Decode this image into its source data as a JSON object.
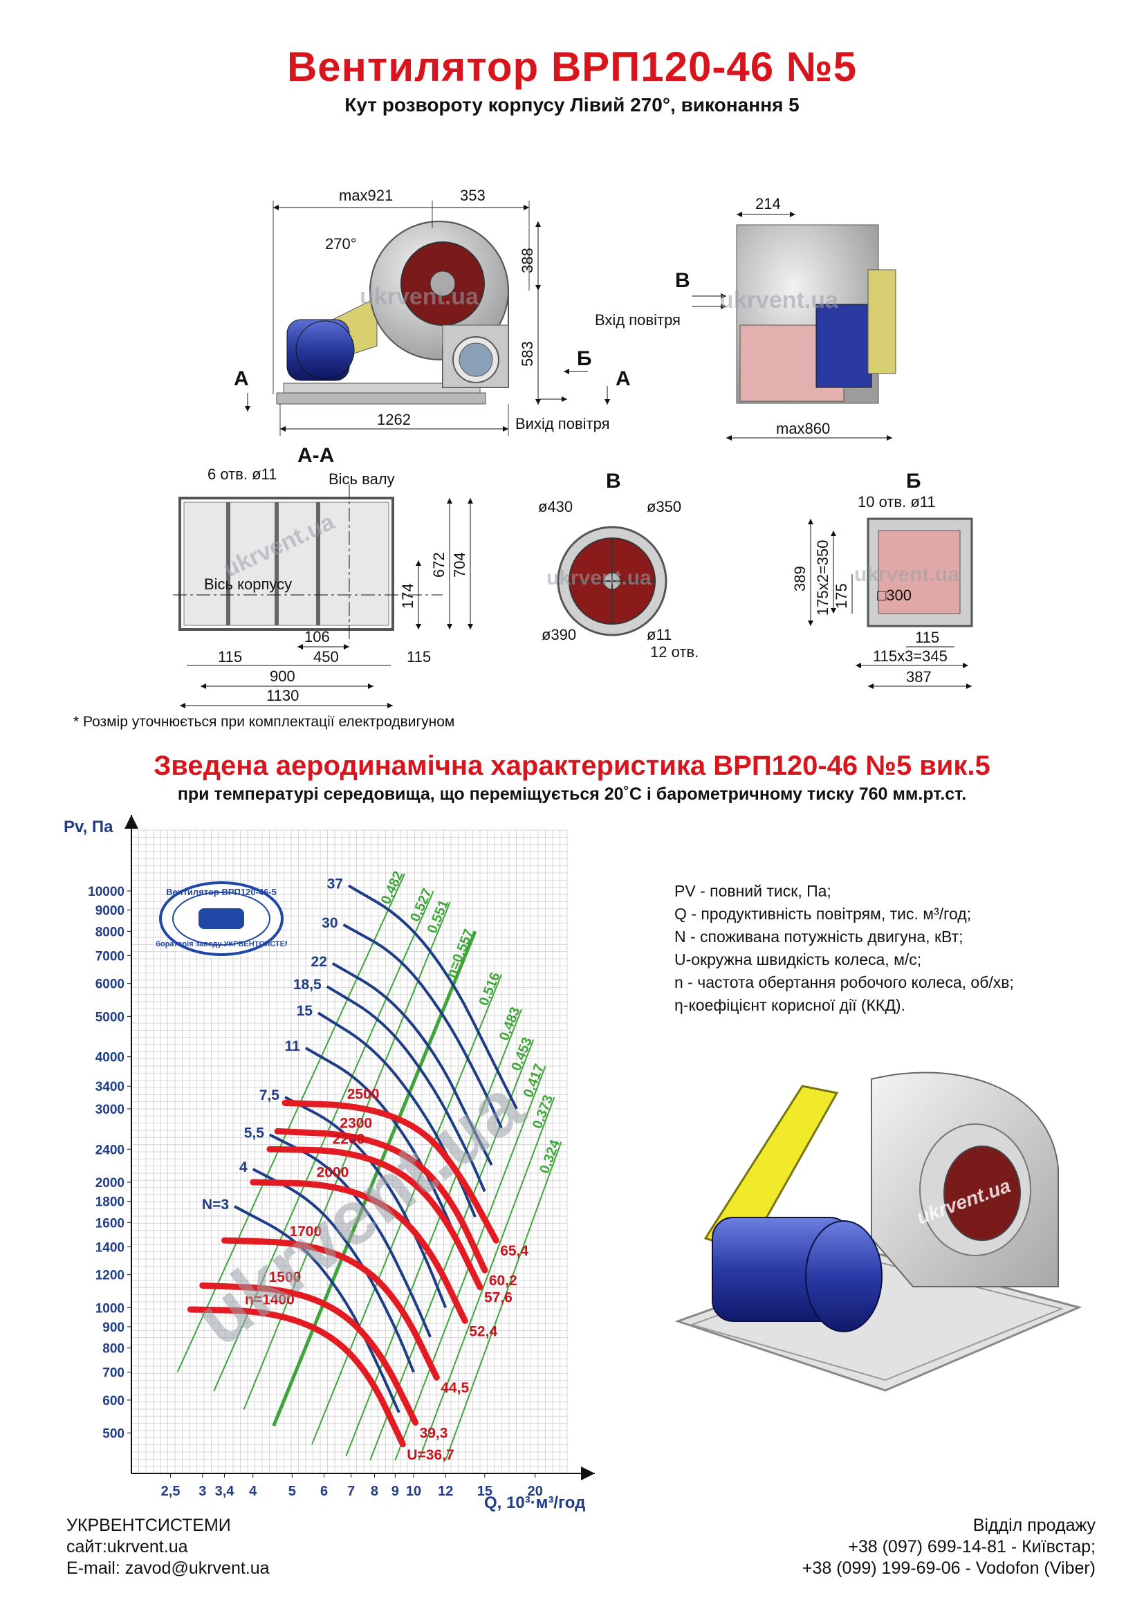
{
  "header": {
    "title": "Вентилятор  ВРП120-46 №5",
    "subtitle": "Кут розвороту корпусу Лівий 270°, виконання 5"
  },
  "drawing": {
    "dims_front": [
      "max921",
      "353",
      "270°",
      "388",
      "583",
      "1262"
    ],
    "section_marks": [
      "А",
      "А",
      "Б",
      "В"
    ],
    "air_in": "Вхід повітря",
    "air_out": "Вихід повітря",
    "dims_side": [
      "214",
      "max860"
    ],
    "aa_title": "А-А",
    "aa_labels": [
      "6 отв. ø11",
      "Вісь валу",
      "Вісь корпусу",
      "672",
      "704",
      "174",
      "106",
      "115",
      "450",
      "115",
      "900",
      "1130"
    ],
    "v_title": "В",
    "v_labels": [
      "ø430",
      "ø350",
      "ø390",
      "ø11",
      "12 отв."
    ],
    "b_title": "Б",
    "b_labels": [
      "10 отв. ø11",
      "389",
      "175х2=350",
      "175",
      "□300",
      "115",
      "115х3=345",
      "387"
    ],
    "watermark": "ukrvent.ua"
  },
  "note": "* Розмір уточнюється при комплектації електродвигуном",
  "chart_header": {
    "title": "Зведена аеродинамічна характеристика ВРП120-46 №5 вик.5",
    "subtitle": "при температурі середовища, що переміщується 20˚С і барометричному тиску 760 мм.рт.ст."
  },
  "chart_data": {
    "type": "line",
    "xlabel": "Q, 10³·м³/год",
    "ylabel": "Pv, Па",
    "x_scale": "log",
    "y_scale": "log",
    "xlim": [
      2,
      24
    ],
    "ylim": [
      400,
      14000
    ],
    "x_ticks": [
      "2,5",
      "3",
      "3,4",
      "4",
      "5",
      "6",
      "7",
      "8",
      "9",
      "10",
      "12",
      "15",
      "20"
    ],
    "y_ticks": [
      "500",
      "600",
      "700",
      "800",
      "900",
      "1000",
      "1200",
      "1400",
      "1600",
      "1800",
      "2000",
      "2400",
      "3000",
      "3400",
      "4000",
      "5000",
      "6000",
      "7000",
      "8000",
      "9000",
      "10000"
    ],
    "power_series": [
      {
        "name": "37",
        "points": [
          [
            6.9,
            10300
          ],
          [
            9.5,
            8600
          ],
          [
            12.5,
            6100
          ],
          [
            15.5,
            4000
          ],
          [
            18,
            3000
          ]
        ]
      },
      {
        "name": "30",
        "points": [
          [
            6.7,
            8300
          ],
          [
            9.2,
            7000
          ],
          [
            12,
            5000
          ],
          [
            14.8,
            3400
          ],
          [
            16.5,
            2700
          ]
        ]
      },
      {
        "name": "22",
        "points": [
          [
            6.3,
            6700
          ],
          [
            8.7,
            5600
          ],
          [
            11.5,
            4000
          ],
          [
            14,
            2700
          ],
          [
            15.6,
            2200
          ]
        ]
      },
      {
        "name": "18,5",
        "points": [
          [
            6.1,
            5900
          ],
          [
            8.4,
            4900
          ],
          [
            11,
            3500
          ],
          [
            13.5,
            2400
          ],
          [
            15,
            1900
          ]
        ]
      },
      {
        "name": "15",
        "points": [
          [
            5.8,
            5100
          ],
          [
            8,
            4200
          ],
          [
            10.5,
            3000
          ],
          [
            12.8,
            2100
          ],
          [
            14.2,
            1650
          ]
        ]
      },
      {
        "name": "11",
        "points": [
          [
            5.4,
            4200
          ],
          [
            7.5,
            3500
          ],
          [
            9.8,
            2500
          ],
          [
            11.8,
            1750
          ],
          [
            13.2,
            1350
          ]
        ]
      },
      {
        "name": "7,5",
        "points": [
          [
            4.8,
            3200
          ],
          [
            6.7,
            2700
          ],
          [
            8.8,
            1950
          ],
          [
            10.6,
            1350
          ],
          [
            12,
            1000
          ]
        ]
      },
      {
        "name": "5,5",
        "points": [
          [
            4.4,
            2600
          ],
          [
            6.2,
            2200
          ],
          [
            8.1,
            1600
          ],
          [
            9.8,
            1100
          ],
          [
            11,
            850
          ]
        ]
      },
      {
        "name": "4",
        "points": [
          [
            4,
            2150
          ],
          [
            5.7,
            1800
          ],
          [
            7.4,
            1300
          ],
          [
            9,
            900
          ],
          [
            10,
            700
          ]
        ]
      },
      {
        "name": "N=3",
        "points": [
          [
            3.6,
            1750
          ],
          [
            5.2,
            1450
          ],
          [
            6.8,
            1050
          ],
          [
            8.2,
            720
          ],
          [
            9.2,
            560
          ]
        ]
      }
    ],
    "speed_series": [
      {
        "name": "2500",
        "end_label": "65,4",
        "points": [
          [
            4.8,
            3100
          ],
          [
            7.5,
            3050
          ],
          [
            10.5,
            2700
          ],
          [
            13,
            2100
          ],
          [
            16,
            1450
          ]
        ]
      },
      {
        "name": "2300",
        "end_label": "60,2",
        "points": [
          [
            4.6,
            2650
          ],
          [
            7.2,
            2600
          ],
          [
            10,
            2300
          ],
          [
            12.5,
            1800
          ],
          [
            15,
            1230
          ]
        ]
      },
      {
        "name": "2200",
        "end_label": "57,6",
        "points": [
          [
            4.4,
            2400
          ],
          [
            6.9,
            2380
          ],
          [
            9.6,
            2100
          ],
          [
            12,
            1650
          ],
          [
            14.6,
            1120
          ]
        ]
      },
      {
        "name": "2000",
        "end_label": "52,4",
        "points": [
          [
            4,
            2000
          ],
          [
            6.3,
            1980
          ],
          [
            8.8,
            1750
          ],
          [
            11,
            1380
          ],
          [
            13.4,
            930
          ]
        ]
      },
      {
        "name": "1700",
        "end_label": "44,5",
        "points": [
          [
            3.4,
            1450
          ],
          [
            5.4,
            1430
          ],
          [
            7.5,
            1270
          ],
          [
            9.4,
            1000
          ],
          [
            11.4,
            680
          ]
        ]
      },
      {
        "name": "1500",
        "end_label": "39,3",
        "points": [
          [
            3,
            1130
          ],
          [
            4.8,
            1110
          ],
          [
            6.6,
            990
          ],
          [
            8.3,
            780
          ],
          [
            10.1,
            530
          ]
        ]
      },
      {
        "name": "n=1400",
        "end_label": "U=36,7",
        "points": [
          [
            2.8,
            990
          ],
          [
            4.4,
            980
          ],
          [
            6.2,
            870
          ],
          [
            7.8,
            690
          ],
          [
            9.4,
            470
          ]
        ]
      }
    ],
    "efficiency_lines": [
      {
        "name": "0,482",
        "points": [
          [
            2.6,
            700
          ],
          [
            9.5,
            11000
          ]
        ]
      },
      {
        "name": "0,527",
        "points": [
          [
            3.2,
            630
          ],
          [
            11.2,
            10000
          ]
        ]
      },
      {
        "name": "0,551",
        "points": [
          [
            3.8,
            570
          ],
          [
            12.3,
            9400
          ]
        ]
      },
      {
        "name": "n=0,557",
        "points": [
          [
            4.5,
            520
          ],
          [
            14.2,
            8000
          ]
        ]
      },
      {
        "name": "0,516",
        "points": [
          [
            5.6,
            470
          ],
          [
            16.5,
            6300
          ]
        ]
      },
      {
        "name": "0,483",
        "points": [
          [
            6.8,
            440
          ],
          [
            18.5,
            5200
          ]
        ]
      },
      {
        "name": "0,453",
        "points": [
          [
            7.8,
            430
          ],
          [
            19.8,
            4400
          ]
        ]
      },
      {
        "name": "0,417",
        "points": [
          [
            9.0,
            430
          ],
          [
            21.2,
            3800
          ]
        ]
      },
      {
        "name": "0,373",
        "points": [
          [
            10.3,
            430
          ],
          [
            22.3,
            3200
          ]
        ]
      },
      {
        "name": "0,324",
        "points": [
          [
            12.0,
            430
          ],
          [
            23.2,
            2500
          ]
        ]
      }
    ],
    "colors": {
      "power": "#1f3d86",
      "speed": "#e31b23",
      "efficiency": "#3fa53a"
    }
  },
  "legend": [
    "PV - повний тиск, Па;",
    "Q - продуктивність повітрям, тис. м³/год;",
    "N - споживана потужність двигуна, кВт;",
    "U-окружна швидкість колеса, м/с;",
    "n - частота обертання робочого колеса, об/хв;",
    "η-коефіцієнт корисної дії (ККД)."
  ],
  "stamp": {
    "top": "Вентилятор ВРП120-46-5",
    "bottom": "Лабораторія заводу УКРВЕНТСИСТЕМИ"
  },
  "footer": {
    "company": "УКРВЕНТСИСТЕМИ",
    "site": "сайт:ukrvent.ua",
    "email": "E-mail: zavod@ukrvent.ua",
    "sales": "Відділ продажу",
    "phone1": "+38 (097) 699-14-81 - Київстар;",
    "phone2": "+38 (099) 199-69-06 - Vodofon (Viber)"
  }
}
